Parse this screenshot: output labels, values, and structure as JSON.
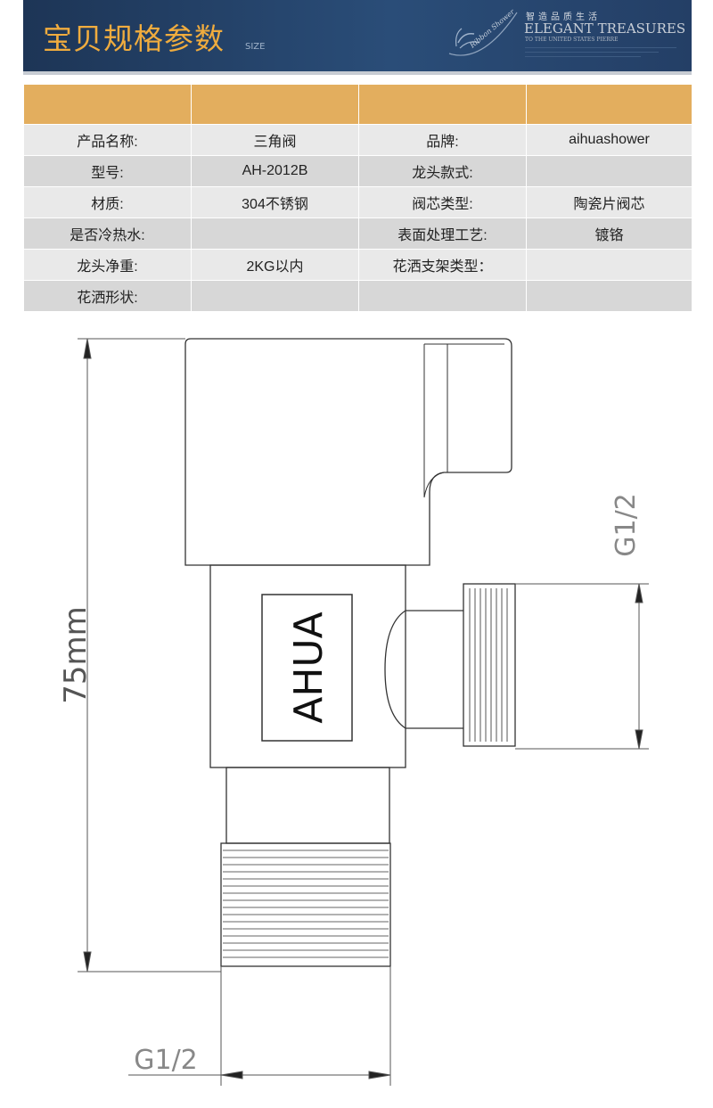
{
  "banner": {
    "title": "宝贝规格参数",
    "size_label": "SIZE",
    "logo_text": "Ribbon Shower",
    "brand_cn": "智造品质生活",
    "brand_en": "ELEGANT TREASURES",
    "brand_sub": "TO THE UNITED STATES PIERRE"
  },
  "spec_table": {
    "rows": [
      [
        "产品名称:",
        "三角阀",
        "品牌:",
        "aihuashower"
      ],
      [
        "型号:",
        "AH-2012B",
        "龙头款式:",
        ""
      ],
      [
        "材质:",
        "304不锈钢",
        "阀芯类型:",
        "陶瓷片阀芯"
      ],
      [
        "是否冷热水:",
        "",
        "表面处理工艺:",
        "镀铬"
      ],
      [
        "龙头净重:",
        "2KG以内",
        "花洒支架类型：",
        ""
      ],
      [
        "花洒形状:",
        "",
        "",
        ""
      ]
    ]
  },
  "drawing": {
    "height_label": "75mm",
    "side_thread_label": "G1/2",
    "bottom_thread_label": "G1/2",
    "brand_mark": "AHUA"
  }
}
